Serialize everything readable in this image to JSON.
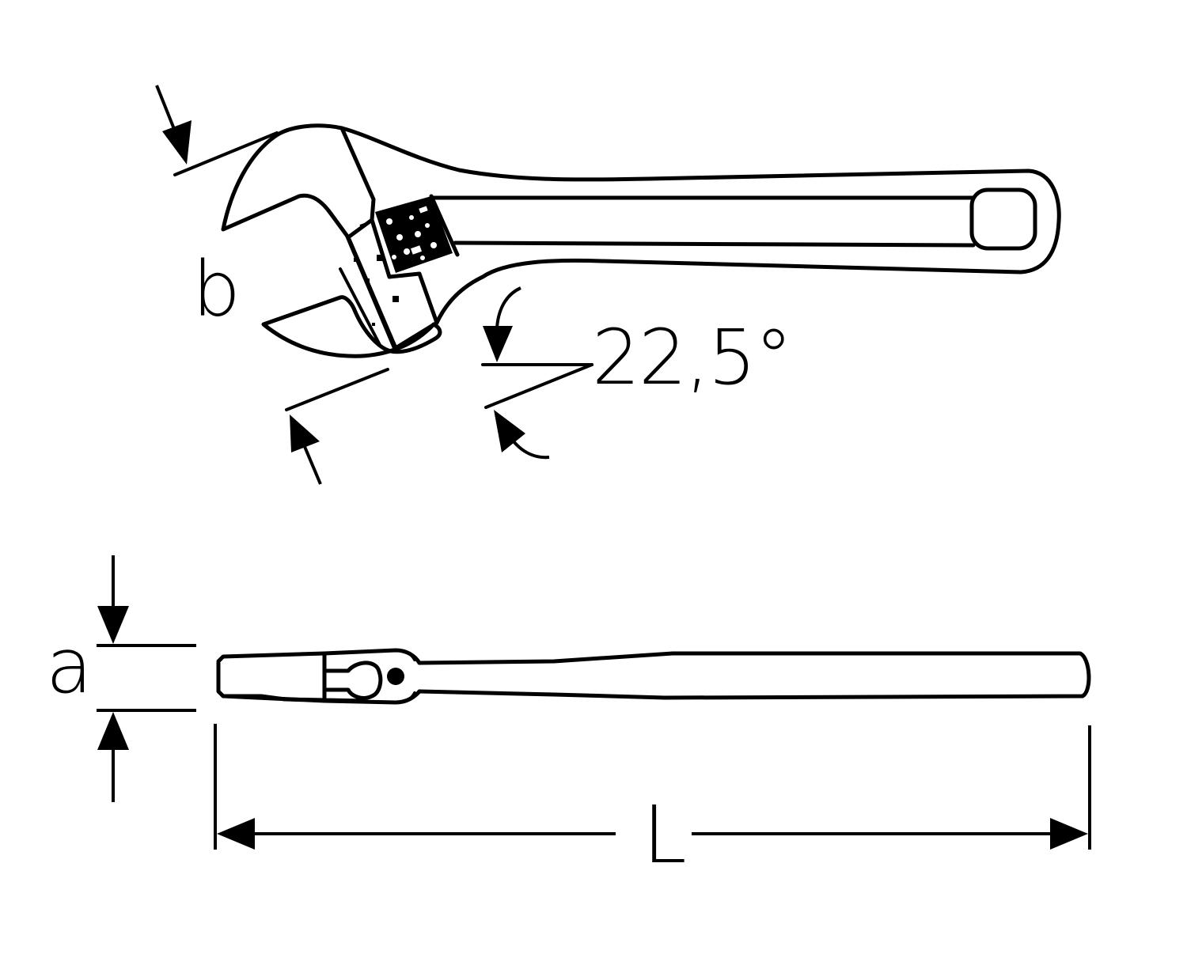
{
  "diagram": {
    "subject": "adjustable-wrench",
    "views": [
      "side-view",
      "top-view"
    ],
    "colors": {
      "line": "#000000",
      "background": "#ffffff"
    }
  },
  "dimensions": {
    "jaw_opening": {
      "label": "b"
    },
    "head_angle": {
      "label": "22,5°",
      "value": 22.5,
      "unit": "°"
    },
    "head_thickness": {
      "label": "a"
    },
    "overall_length": {
      "label": "L"
    }
  }
}
